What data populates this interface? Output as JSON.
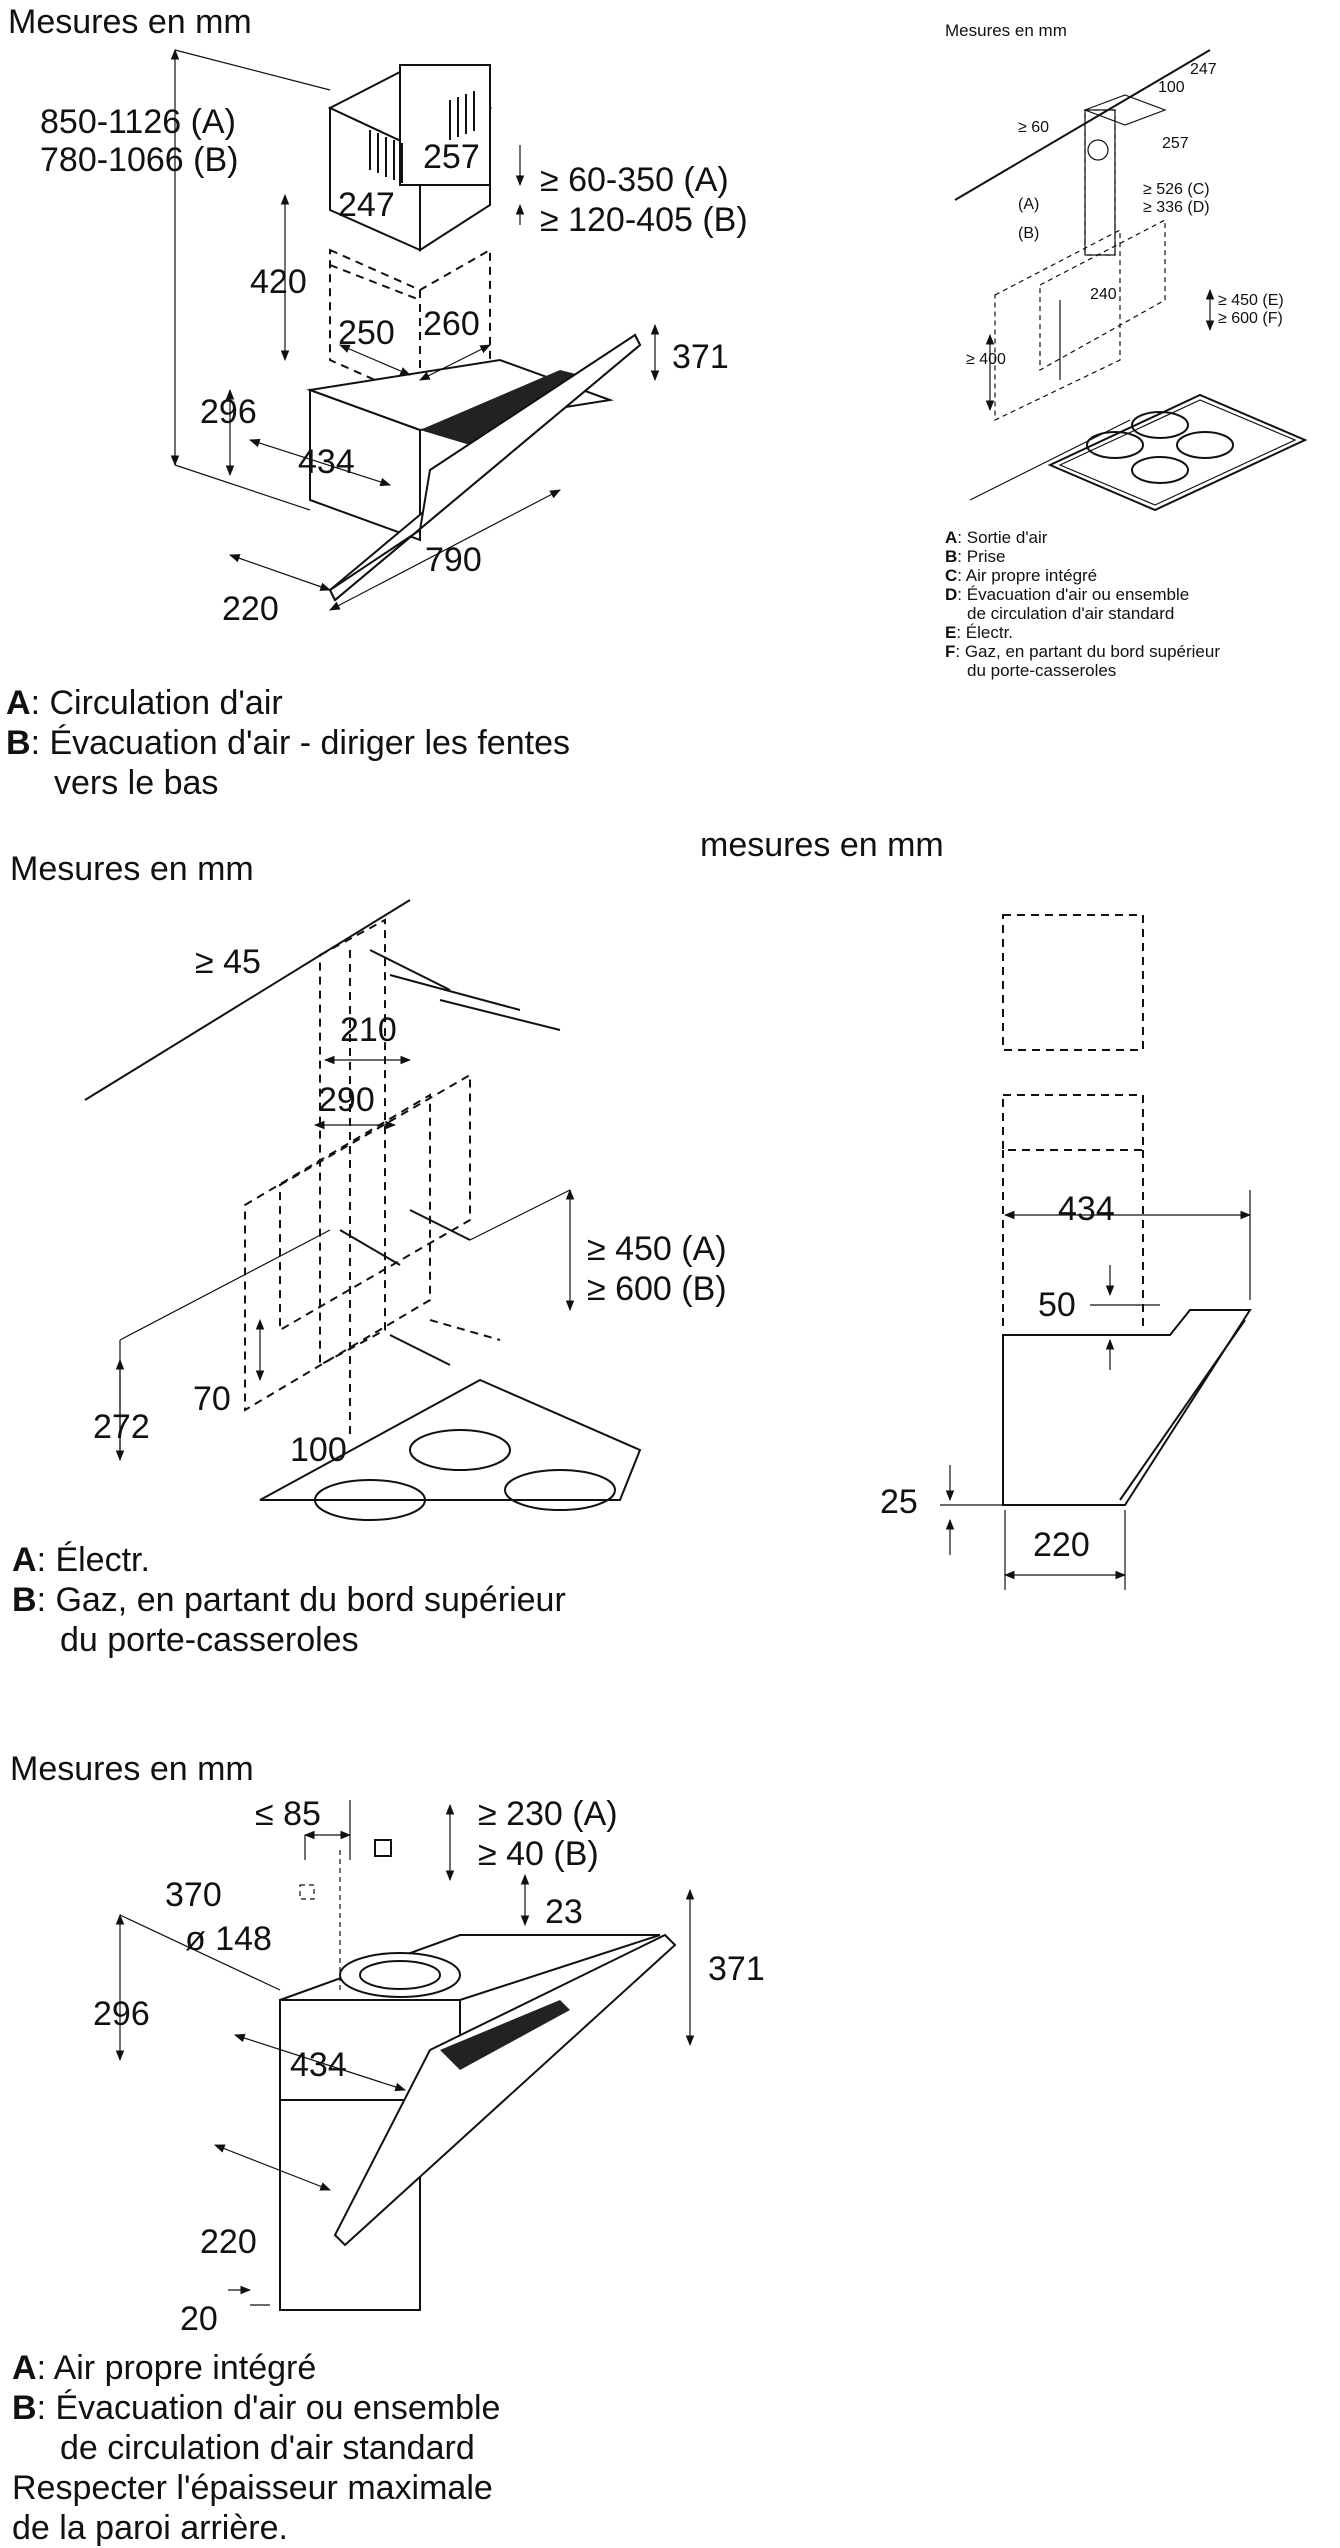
{
  "panel1": {
    "title": "Mesures en mm",
    "dims": {
      "height_a": "850-1126 (A)",
      "height_b": "780-1066 (B)",
      "chimney_w1": "257",
      "chimney_w2": "247",
      "top_gap_a": "≥ 60-350 (A)",
      "top_gap_b": "≥ 120-405 (B)",
      "lower_h": "420",
      "inner_w": "250",
      "inner_d": "260",
      "glass_h": "371",
      "body_h": "296",
      "body_d": "434",
      "width": "790",
      "base_d": "220"
    },
    "legend": [
      {
        "key": "A",
        "text": ": Circulation d'air"
      },
      {
        "key": "B",
        "text": ": Évacuation d'air - diriger les fentes"
      },
      {
        "key": "",
        "text": "vers le bas"
      }
    ]
  },
  "panel2": {
    "title": "Mesures en mm",
    "dims": {
      "w247": "247",
      "w100": "100",
      "w257": "257",
      "top60": "≥ 60",
      "c526": "≥ 526 (C)",
      "d336": "≥ 336 (D)",
      "la": "(A)",
      "lb": "(B)",
      "w240": "240",
      "e450": "≥ 450 (E)",
      "f600": "≥ 600 (F)",
      "h400": "≥ 400"
    },
    "legend": [
      {
        "key": "A",
        "text": ": Sortie d'air"
      },
      {
        "key": "B",
        "text": ": Prise"
      },
      {
        "key": "C",
        "text": ": Air propre intégré"
      },
      {
        "key": "D",
        "text": ": Évacuation d'air ou ensemble"
      },
      {
        "key": "",
        "text": "de circulation d'air standard"
      },
      {
        "key": "E",
        "text": ": Électr."
      },
      {
        "key": "F",
        "text": ": Gaz, en partant du bord supérieur"
      },
      {
        "key": "",
        "text": "du porte-casseroles"
      }
    ]
  },
  "panel3": {
    "title": "Mesures en mm",
    "dims": {
      "top45": "≥ 45",
      "w210": "210",
      "w290": "290",
      "a450": "≥ 450 (A)",
      "b600": "≥ 600 (B)",
      "h70": "70",
      "h272": "272",
      "w100": "100"
    },
    "legend": [
      {
        "key": "A",
        "text": ": Électr."
      },
      {
        "key": "B",
        "text": ": Gaz, en partant du bord supérieur"
      },
      {
        "key": "",
        "text": "du porte-casseroles"
      }
    ]
  },
  "panel4": {
    "title": "mesures en mm",
    "dims": {
      "w434": "434",
      "h50": "50",
      "h25": "25",
      "w220": "220"
    }
  },
  "panel5": {
    "title": "Mesures en mm",
    "dims": {
      "max85": "≤ 85",
      "a230": "≥ 230 (A)",
      "b40": "≥ 40 (B)",
      "w370": "370",
      "h23": "23",
      "dia148": "ø 148",
      "h371": "371",
      "h296": "296",
      "w434": "434",
      "w220": "220",
      "w20": "20"
    },
    "legend": [
      {
        "key": "A",
        "text": ": Air propre intégré"
      },
      {
        "key": "B",
        "text": ": Évacuation d'air ou ensemble"
      },
      {
        "key": "",
        "text": "de circulation d'air standard"
      },
      {
        "key": "",
        "text": "Respecter l'épaisseur maximale"
      },
      {
        "key": "",
        "text": "de la paroi arrière."
      }
    ]
  }
}
